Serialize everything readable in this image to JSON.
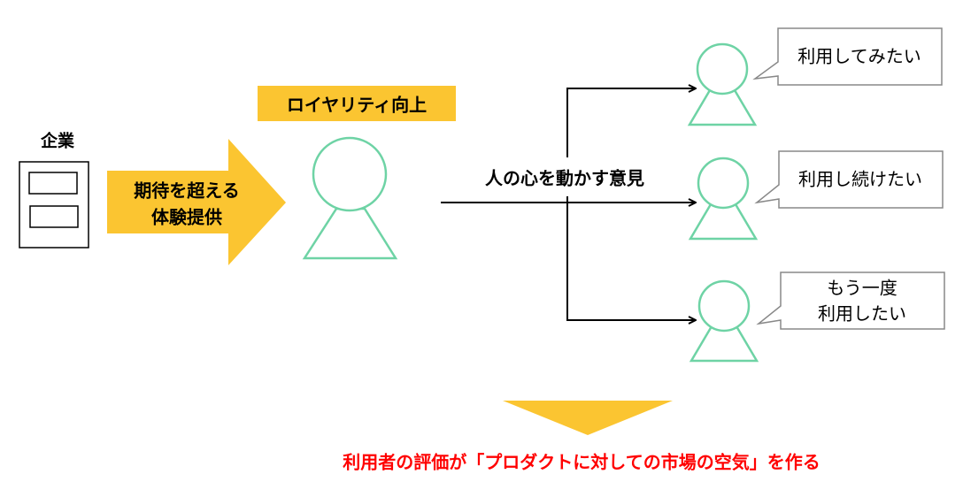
{
  "company": {
    "label": "企業"
  },
  "arrow": {
    "line1": "期待を超える",
    "line2": "体験提供"
  },
  "loyalty": {
    "label": "ロイヤリティ向上"
  },
  "opinion": {
    "label": "人の心を動かす意見"
  },
  "bubbles": [
    {
      "line1": "利用してみたい"
    },
    {
      "line1": "利用し続けたい"
    },
    {
      "line1": "もう一度",
      "line2": "利用したい"
    }
  ],
  "conclusion": {
    "text": "利用者の評価が「プロダクトに対しての市場の空気」を作る"
  },
  "colors": {
    "accent": "#FBC531",
    "person": "#6ED3A5",
    "conclusion": "#FF0000"
  }
}
